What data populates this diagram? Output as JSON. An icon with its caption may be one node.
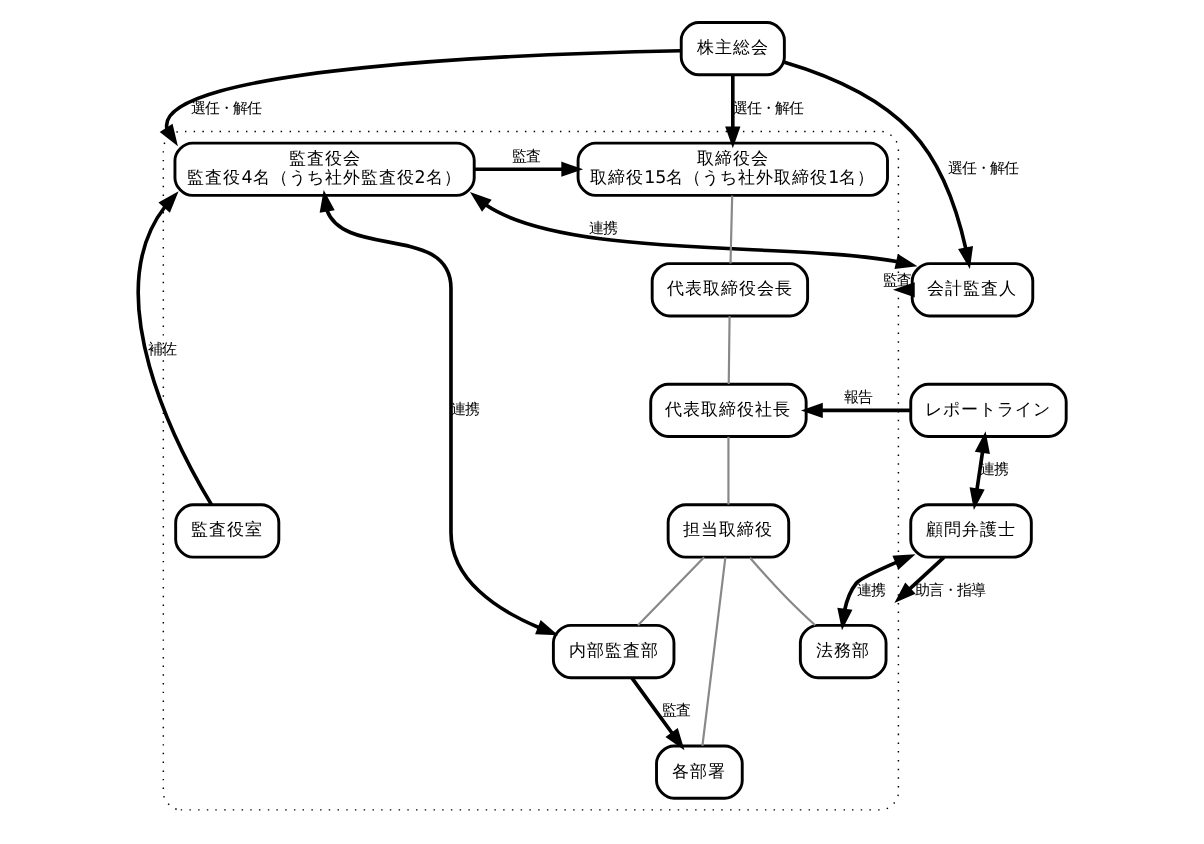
{
  "diagram": {
    "nodes": [
      {
        "text": [
          "株主総会"
        ]
      },
      {
        "text": [],
        "shape": "box"
      },
      {
        "text": [
          "監査役会",
          "監査役4名（うち社外監査役2名）"
        ],
        "in": 1
      },
      {
        "text": [
          "取締役会",
          "取締役15名（うち社外取締役1名）"
        ],
        "in": 1
      },
      {
        "text": [
          "代表取締役会長"
        ],
        "in": 1
      },
      {
        "text": [
          "代表取締役社長"
        ],
        "in": 1
      },
      {
        "text": [
          "担当取締役"
        ],
        "in": 1
      },
      {
        "text": [
          "監査役室"
        ],
        "in": 1
      },
      {
        "text": [
          "内部監査部"
        ],
        "in": 1
      },
      {
        "text": [
          "各部署"
        ],
        "in": 1
      },
      {
        "text": [
          "法務部"
        ],
        "in": 1
      },
      {
        "text": [
          "会計監査人"
        ]
      },
      {
        "text": [
          "レポートライン"
        ]
      },
      {
        "text": [
          "顧問弁護士"
        ]
      }
    ],
    "edges": [
      {
        "from": 0,
        "to": 2,
        "arrow": "to",
        "label": "選任・解任"
      },
      {
        "from": 0,
        "to": 3,
        "arrow": "to",
        "label": "選任・解任"
      },
      {
        "from": 0,
        "to": 11,
        "arrow": "to",
        "label": "選任・解任"
      },
      {
        "from": 2,
        "to": 11,
        "arrow": "both",
        "label": "連携"
      },
      {
        "from": 11,
        "to": 1,
        "arrow": "to",
        "label": "監査"
      },
      {
        "from": 2,
        "to": 3,
        "arrow": "to",
        "label": "監査"
      },
      {
        "from": 7,
        "to": 2,
        "arrow": "to",
        "label": "補佐"
      },
      {
        "from": 2,
        "to": 8,
        "arrow": "both",
        "label": "連携"
      },
      {
        "from": 3,
        "to": 4,
        "arrow": "none",
        "color": "#888888"
      },
      {
        "from": 4,
        "to": 5,
        "arrow": "none",
        "color": "#888888"
      },
      {
        "from": 5,
        "to": 6,
        "arrow": "none",
        "color": "#888888"
      },
      {
        "from": 6,
        "to": 8,
        "arrow": "none",
        "color": "#888888"
      },
      {
        "from": 6,
        "to": 9,
        "arrow": "none",
        "color": "#888888"
      },
      {
        "from": 6,
        "to": 10,
        "arrow": "none",
        "color": "#888888"
      },
      {
        "from": 12,
        "to": 5,
        "arrow": "to",
        "label": "報告"
      },
      {
        "from": 12,
        "to": 13,
        "arrow": "both",
        "label": "連携"
      },
      {
        "from": 13,
        "to": 1,
        "arrow": "to",
        "label": "助言・指導"
      },
      {
        "from": 10,
        "to": 13,
        "arrow": "both",
        "label": "連携"
      },
      {
        "from": 8,
        "to": 9,
        "arrow": "to",
        "label": "監査"
      }
    ]
  }
}
